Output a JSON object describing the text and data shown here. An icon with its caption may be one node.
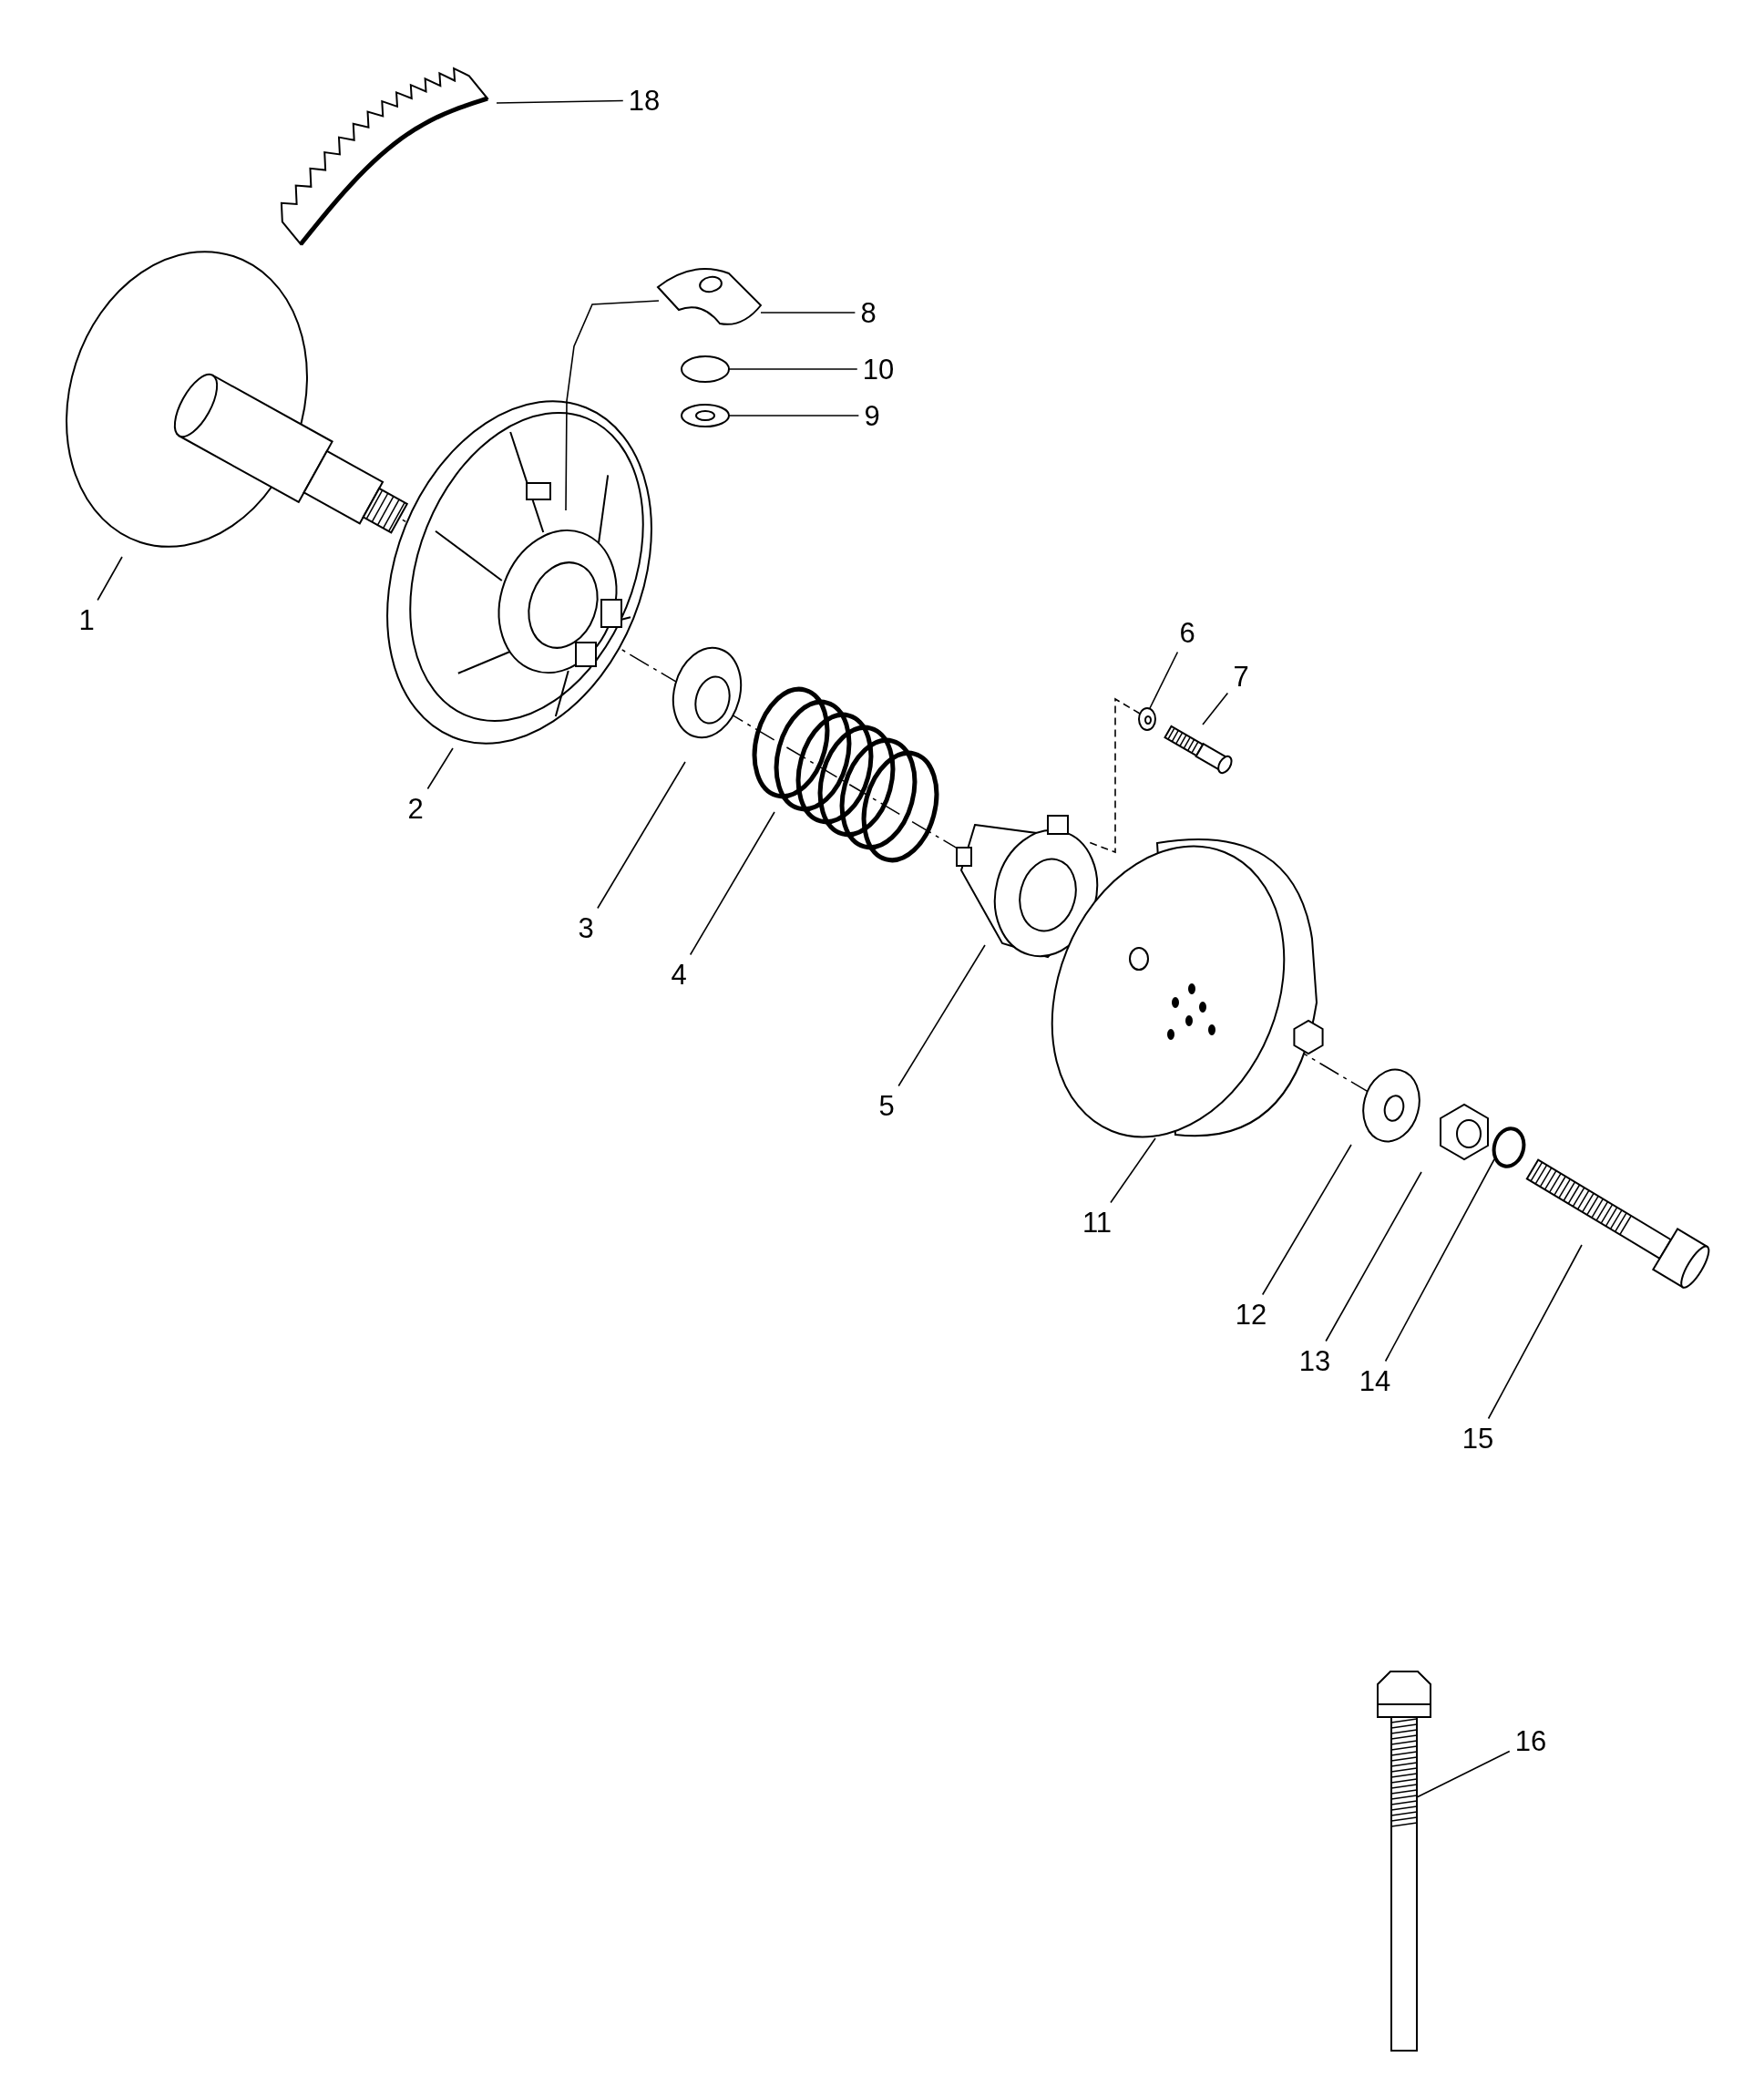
{
  "diagram": {
    "nodes": [
      {
        "text": [
          "18"
        ]
      },
      {
        "text": [
          "1"
        ]
      },
      {
        "text": [
          "2"
        ]
      },
      {
        "text": [
          "3"
        ]
      },
      {
        "text": [
          "4"
        ]
      },
      {
        "text": [
          "5"
        ]
      },
      {
        "text": [
          "6"
        ]
      },
      {
        "text": [
          "7"
        ]
      },
      {
        "text": [
          "8"
        ]
      },
      {
        "text": [
          "10"
        ]
      },
      {
        "text": [
          "9"
        ]
      },
      {
        "text": [
          "11"
        ]
      },
      {
        "text": [
          "12"
        ]
      },
      {
        "text": [
          "13"
        ]
      },
      {
        "text": [
          "14"
        ]
      },
      {
        "text": [
          "15"
        ]
      },
      {
        "text": [
          "16"
        ]
      },
      {
        "text": [],
        "shape": "picture"
      },
      {
        "text": [],
        "shape": "picture"
      },
      {
        "text": [],
        "shape": "picture"
      },
      {
        "text": [],
        "shape": "picture"
      },
      {
        "text": [],
        "shape": "picture"
      },
      {
        "text": [],
        "shape": "picture"
      },
      {
        "text": [],
        "shape": "picture"
      },
      {
        "text": [],
        "shape": "picture"
      },
      {
        "text": [],
        "shape": "picture"
      },
      {
        "text": [],
        "shape": "picture"
      },
      {
        "text": [],
        "shape": "picture"
      },
      {
        "text": [],
        "shape": "picture"
      },
      {
        "text": [],
        "shape": "picture"
      },
      {
        "text": [],
        "shape": "picture"
      },
      {
        "text": [],
        "shape": "circle"
      },
      {
        "text": [],
        "shape": "picture"
      },
      {
        "text": [],
        "shape": "picture"
      }
    ],
    "edges": [
      {
        "from": 0,
        "to": 17,
        "arrow": "none"
      },
      {
        "from": 1,
        "to": 18,
        "arrow": "none"
      },
      {
        "from": 2,
        "to": 19,
        "arrow": "none"
      },
      {
        "from": 3,
        "to": 20,
        "arrow": "none"
      },
      {
        "from": 4,
        "to": 21,
        "arrow": "none"
      },
      {
        "from": 5,
        "to": 22,
        "arrow": "none"
      },
      {
        "from": 6,
        "to": 23,
        "arrow": "none"
      },
      {
        "from": 7,
        "to": 24,
        "arrow": "none"
      },
      {
        "from": 8,
        "to": 25,
        "arrow": "none"
      },
      {
        "from": 9,
        "to": 26,
        "arrow": "none"
      },
      {
        "from": 10,
        "to": 27,
        "arrow": "none"
      },
      {
        "from": 11,
        "to": 28,
        "arrow": "none"
      },
      {
        "from": 12,
        "to": 29,
        "arrow": "none"
      },
      {
        "from": 13,
        "to": 30,
        "arrow": "none"
      },
      {
        "from": 14,
        "to": 31,
        "arrow": "none"
      },
      {
        "from": 15,
        "to": 32,
        "arrow": "none"
      },
      {
        "from": 16,
        "to": 33,
        "arrow": "none"
      },
      {
        "from": 25,
        "to": 19,
        "arrow": "none"
      },
      {
        "from": 23,
        "to": 22,
        "arrow": "none",
        "style": "dashed"
      }
    ]
  }
}
